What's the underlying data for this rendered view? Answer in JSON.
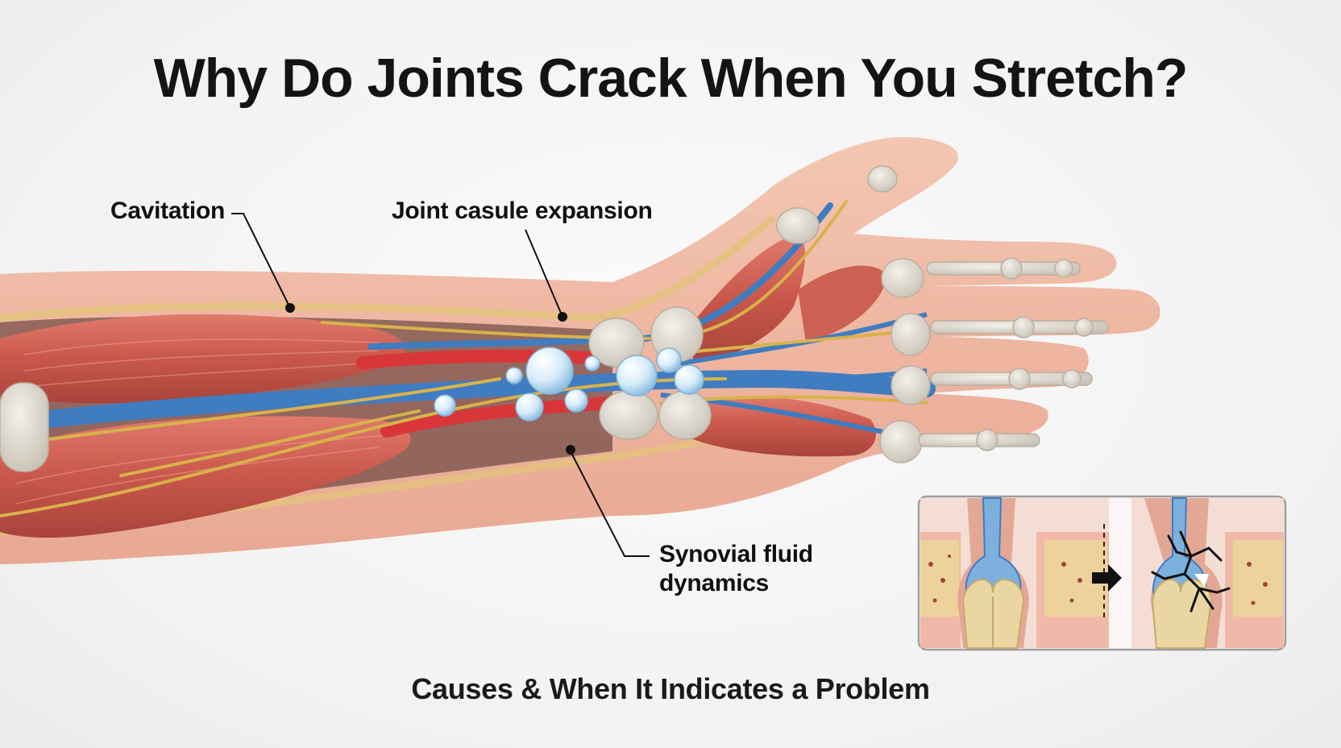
{
  "title": "Why Do Joints Crack When You Stretch?",
  "subtitle": "Causes & When It Indicates a Problem",
  "labels": {
    "cavitation": "Cavitation",
    "capsule": "Joint casule expansion",
    "synovial_line1": "Synovial fluid",
    "synovial_line2": "dynamics"
  },
  "colors": {
    "skin": "#eeb9a3",
    "muscle": "#c9574b",
    "artery": "#d9363a",
    "vein": "#3f7cc0",
    "nerve": "#d8b24a",
    "bone": "#dcd6cb",
    "bubble": "#cfe6f7"
  },
  "inset": {
    "left_panel": "healthy-joint",
    "right_panel": "damaged-joint",
    "arrow": "arrow-right-icon"
  }
}
